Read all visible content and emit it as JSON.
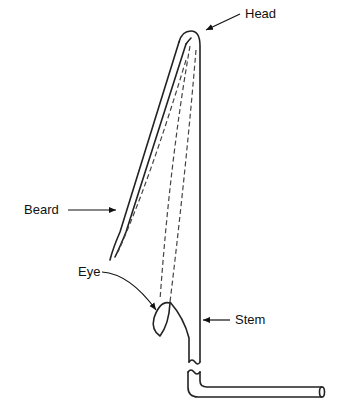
{
  "diagram": {
    "labels": [
      "Head",
      "Beard",
      "Eye",
      "Stem"
    ]
  }
}
